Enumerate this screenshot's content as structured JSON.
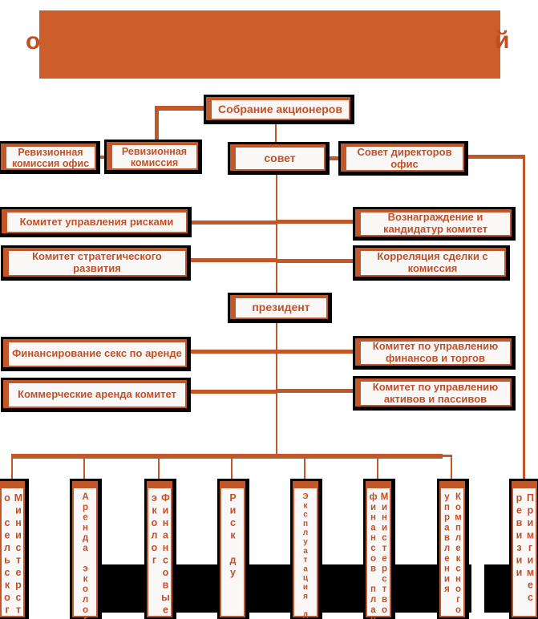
{
  "title": {
    "visible_left_letter": "о",
    "visible_right_letter": "й",
    "note_visible_text_only": "only first and last letters of banner title are visible"
  },
  "colors": {
    "banner_orange": "#CC5E2B",
    "line_and_border_orange": "#C2582A",
    "text_orange": "#C1512B",
    "box_background": "#FAF8F6",
    "shadow_black": "#000000"
  },
  "nodes": {
    "sobranie": {
      "label": "Собрание акционеров"
    },
    "rev_office": {
      "label": "Ревизионная комиссия офис"
    },
    "rev_comm": {
      "label": "Ревизионная комиссия"
    },
    "sovet": {
      "label": "совет"
    },
    "sovet_dir": {
      "label": "Совет директоров офис"
    },
    "kom_risk": {
      "label": "Комитет управления рисками"
    },
    "voznag": {
      "label": "Вознаграждение и кандидатур комитет"
    },
    "kom_strat": {
      "label": "Комитет стратегического развития"
    },
    "korrel": {
      "label": "Корреляция сделки с комиссия"
    },
    "prezident": {
      "label": "президент"
    },
    "fin_seks": {
      "label": "Финансирование секс по аренде"
    },
    "kom_fin": {
      "label": "Комитет по управлению финансов и торгов"
    },
    "kommerch": {
      "label": "Коммерческие аренда комитет"
    },
    "kom_akt": {
      "label": "Комитет по управлению активов и пассивов"
    }
  },
  "vboxes": [
    {
      "label": "Министерство сельского",
      "lines": [
        "Министерств",
        "о сельского"
      ]
    },
    {
      "label": "Аренда эколог",
      "lines": [
        "Аренда эколог"
      ]
    },
    {
      "label": "Финансовые эколог",
      "lines": [
        "Финансовые",
        "эколог"
      ]
    },
    {
      "label": "Риск ду",
      "lines": [
        "Риск ду"
      ]
    },
    {
      "label": "Эксплуатация ду",
      "lines": [
        "Эксплуатация ду"
      ]
    },
    {
      "label": "Министерство финансов план",
      "lines": [
        "Министерство",
        "финансов план"
      ]
    },
    {
      "label": "Комплексного управления",
      "lines": [
        "Комплексного",
        "управления"
      ]
    },
    {
      "label": "Примгимес ревизии",
      "lines": [
        "Примгимес",
        "ревизии"
      ]
    }
  ]
}
